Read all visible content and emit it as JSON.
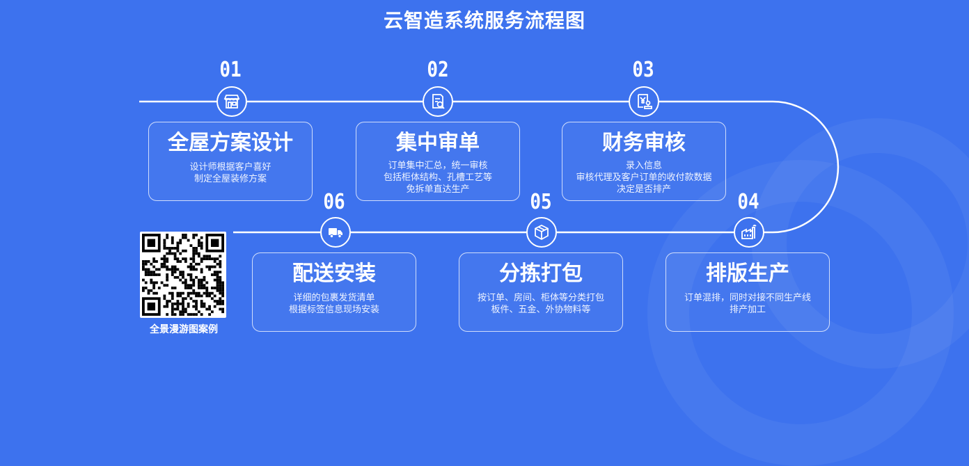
{
  "title": "云智造系统服务流程图",
  "steps": [
    {
      "num": "01",
      "icon": "storefront-icon",
      "title": "全屋方案设计",
      "desc": [
        "设计师根据客户喜好",
        "制定全屋装修方案"
      ]
    },
    {
      "num": "02",
      "icon": "document-search-icon",
      "title": "集中审单",
      "desc": [
        "订单集中汇总，统一审核",
        "包括柜体结构、孔槽工艺等",
        "免拆单直达生产"
      ]
    },
    {
      "num": "03",
      "icon": "finance-stamp-icon",
      "title": "财务审核",
      "desc": [
        "录入信息",
        "审核代理及客户订单的收付款数据",
        "决定是否排产"
      ]
    },
    {
      "num": "04",
      "icon": "factory-icon",
      "title": "排版生产",
      "desc": [
        "订单混排，同时对接不同生产线",
        "排产加工"
      ]
    },
    {
      "num": "05",
      "icon": "package-box-icon",
      "title": "分拣打包",
      "desc": [
        "按订单、房间、柜体等分类打包",
        "板件、五金、外协物料等"
      ]
    },
    {
      "num": "06",
      "icon": "delivery-truck-icon",
      "title": "配送安装",
      "desc": [
        "详细的包裹发货清单",
        "根据标签信息现场安装"
      ]
    }
  ],
  "qr": {
    "label": "全景漫游图案例"
  }
}
